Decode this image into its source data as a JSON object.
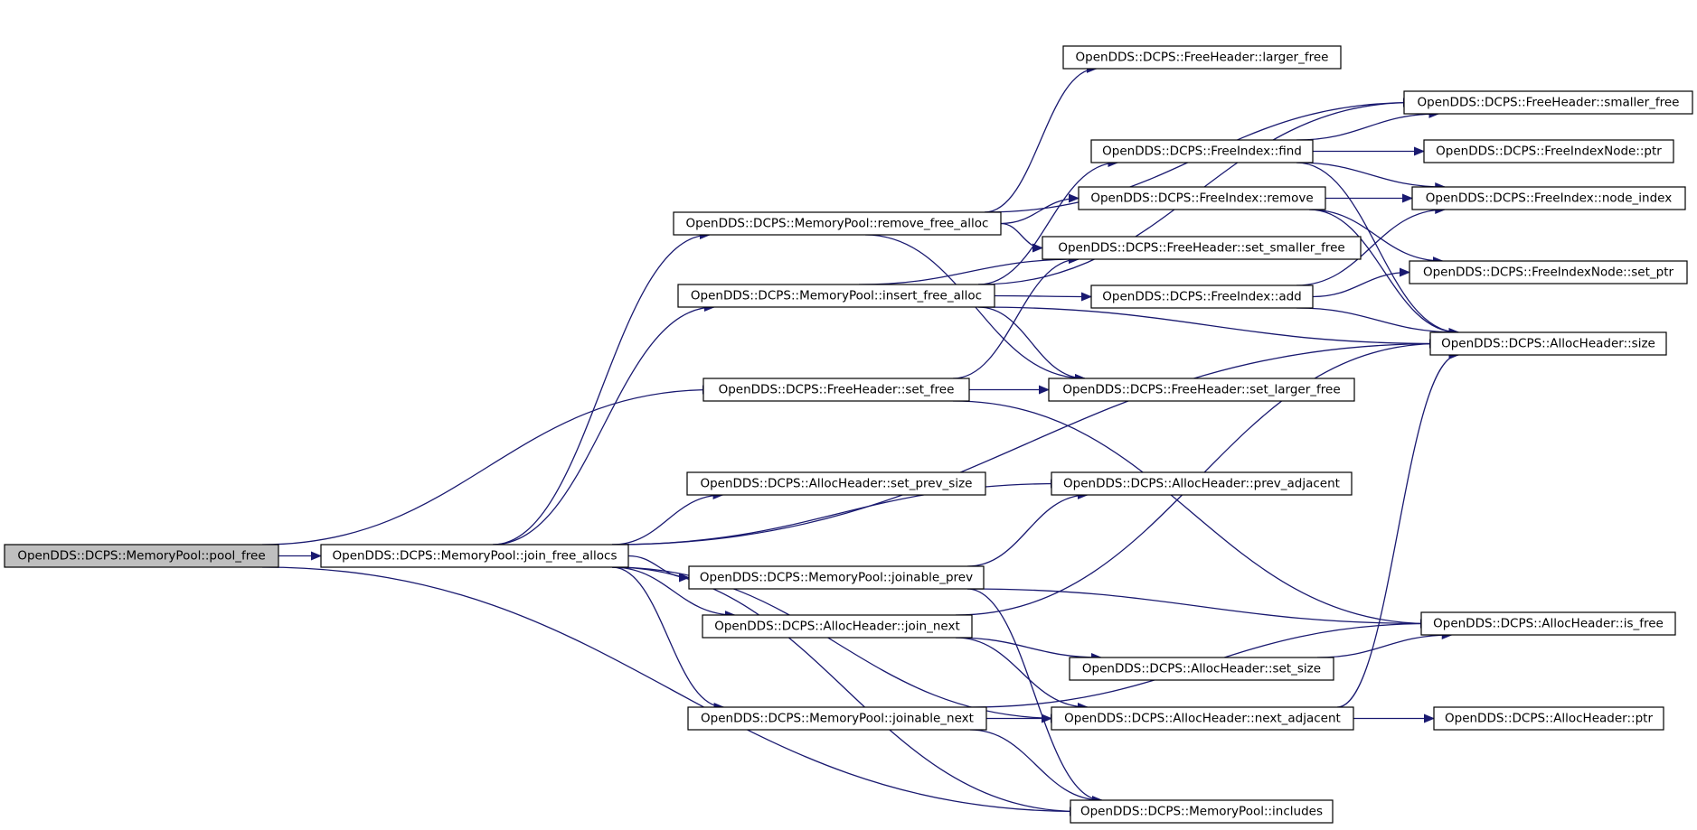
{
  "colors": {
    "edge": "#191970",
    "node_fill": "#ffffff",
    "node_border": "#000000",
    "root_fill": "#bfbfbf",
    "background": "#ffffff"
  },
  "root_node": "pool_free",
  "nodes": [
    {
      "id": "pool_free",
      "label": "OpenDDS::DCPS::MemoryPool::pool_free"
    },
    {
      "id": "join_free_allocs",
      "label": "OpenDDS::DCPS::MemoryPool::join_free_allocs"
    },
    {
      "id": "remove_free_alloc",
      "label": "OpenDDS::DCPS::MemoryPool::remove_free_alloc"
    },
    {
      "id": "insert_free_alloc",
      "label": "OpenDDS::DCPS::MemoryPool::insert_free_alloc"
    },
    {
      "id": "set_free",
      "label": "OpenDDS::DCPS::FreeHeader::set_free"
    },
    {
      "id": "set_prev_size",
      "label": "OpenDDS::DCPS::AllocHeader::set_prev_size"
    },
    {
      "id": "joinable_prev",
      "label": "OpenDDS::DCPS::MemoryPool::joinable_prev"
    },
    {
      "id": "join_next",
      "label": "OpenDDS::DCPS::AllocHeader::join_next"
    },
    {
      "id": "joinable_next",
      "label": "OpenDDS::DCPS::MemoryPool::joinable_next"
    },
    {
      "id": "larger_free",
      "label": "OpenDDS::DCPS::FreeHeader::larger_free"
    },
    {
      "id": "find",
      "label": "OpenDDS::DCPS::FreeIndex::find"
    },
    {
      "id": "remove",
      "label": "OpenDDS::DCPS::FreeIndex::remove"
    },
    {
      "id": "set_smaller_free",
      "label": "OpenDDS::DCPS::FreeHeader::set_smaller_free"
    },
    {
      "id": "add",
      "label": "OpenDDS::DCPS::FreeIndex::add"
    },
    {
      "id": "set_larger_free",
      "label": "OpenDDS::DCPS::FreeHeader::set_larger_free"
    },
    {
      "id": "prev_adjacent",
      "label": "OpenDDS::DCPS::AllocHeader::prev_adjacent"
    },
    {
      "id": "set_size",
      "label": "OpenDDS::DCPS::AllocHeader::set_size"
    },
    {
      "id": "next_adjacent",
      "label": "OpenDDS::DCPS::AllocHeader::next_adjacent"
    },
    {
      "id": "includes",
      "label": "OpenDDS::DCPS::MemoryPool::includes"
    },
    {
      "id": "smaller_free",
      "label": "OpenDDS::DCPS::FreeHeader::smaller_free"
    },
    {
      "id": "fin_ptr",
      "label": "OpenDDS::DCPS::FreeIndexNode::ptr"
    },
    {
      "id": "node_index",
      "label": "OpenDDS::DCPS::FreeIndex::node_index"
    },
    {
      "id": "set_ptr",
      "label": "OpenDDS::DCPS::FreeIndexNode::set_ptr"
    },
    {
      "id": "size",
      "label": "OpenDDS::DCPS::AllocHeader::size"
    },
    {
      "id": "is_free",
      "label": "OpenDDS::DCPS::AllocHeader::is_free"
    },
    {
      "id": "ah_ptr",
      "label": "OpenDDS::DCPS::AllocHeader::ptr"
    }
  ],
  "edges": [
    {
      "from": "pool_free",
      "to": "join_free_allocs"
    },
    {
      "from": "pool_free",
      "to": "set_free"
    },
    {
      "from": "pool_free",
      "to": "includes"
    },
    {
      "from": "join_free_allocs",
      "to": "remove_free_alloc"
    },
    {
      "from": "join_free_allocs",
      "to": "insert_free_alloc"
    },
    {
      "from": "join_free_allocs",
      "to": "prev_adjacent"
    },
    {
      "from": "join_free_allocs",
      "to": "set_prev_size"
    },
    {
      "from": "join_free_allocs",
      "to": "size"
    },
    {
      "from": "join_free_allocs",
      "to": "joinable_prev"
    },
    {
      "from": "join_free_allocs",
      "to": "join_next"
    },
    {
      "from": "join_free_allocs",
      "to": "next_adjacent"
    },
    {
      "from": "join_free_allocs",
      "to": "joinable_next"
    },
    {
      "from": "join_free_allocs",
      "to": "includes"
    },
    {
      "from": "remove_free_alloc",
      "to": "larger_free"
    },
    {
      "from": "remove_free_alloc",
      "to": "smaller_free"
    },
    {
      "from": "remove_free_alloc",
      "to": "remove"
    },
    {
      "from": "remove_free_alloc",
      "to": "set_smaller_free"
    },
    {
      "from": "remove_free_alloc",
      "to": "set_larger_free"
    },
    {
      "from": "insert_free_alloc",
      "to": "smaller_free"
    },
    {
      "from": "insert_free_alloc",
      "to": "find"
    },
    {
      "from": "insert_free_alloc",
      "to": "set_smaller_free"
    },
    {
      "from": "insert_free_alloc",
      "to": "add"
    },
    {
      "from": "insert_free_alloc",
      "to": "size"
    },
    {
      "from": "insert_free_alloc",
      "to": "set_larger_free"
    },
    {
      "from": "set_free",
      "to": "set_smaller_free"
    },
    {
      "from": "set_free",
      "to": "set_larger_free"
    },
    {
      "from": "set_free",
      "to": "is_free"
    },
    {
      "from": "find",
      "to": "smaller_free"
    },
    {
      "from": "find",
      "to": "fin_ptr"
    },
    {
      "from": "find",
      "to": "node_index"
    },
    {
      "from": "find",
      "to": "size"
    },
    {
      "from": "remove",
      "to": "node_index"
    },
    {
      "from": "remove",
      "to": "set_ptr"
    },
    {
      "from": "remove",
      "to": "size"
    },
    {
      "from": "add",
      "to": "node_index"
    },
    {
      "from": "add",
      "to": "set_ptr"
    },
    {
      "from": "add",
      "to": "size"
    },
    {
      "from": "joinable_prev",
      "to": "prev_adjacent"
    },
    {
      "from": "joinable_prev",
      "to": "is_free"
    },
    {
      "from": "joinable_prev",
      "to": "includes"
    },
    {
      "from": "join_next",
      "to": "size"
    },
    {
      "from": "join_next",
      "to": "set_size"
    },
    {
      "from": "join_next",
      "to": "next_adjacent"
    },
    {
      "from": "set_size",
      "to": "is_free"
    },
    {
      "from": "next_adjacent",
      "to": "size"
    },
    {
      "from": "next_adjacent",
      "to": "ah_ptr"
    },
    {
      "from": "joinable_next",
      "to": "next_adjacent"
    },
    {
      "from": "joinable_next",
      "to": "is_free"
    },
    {
      "from": "joinable_next",
      "to": "includes"
    }
  ]
}
